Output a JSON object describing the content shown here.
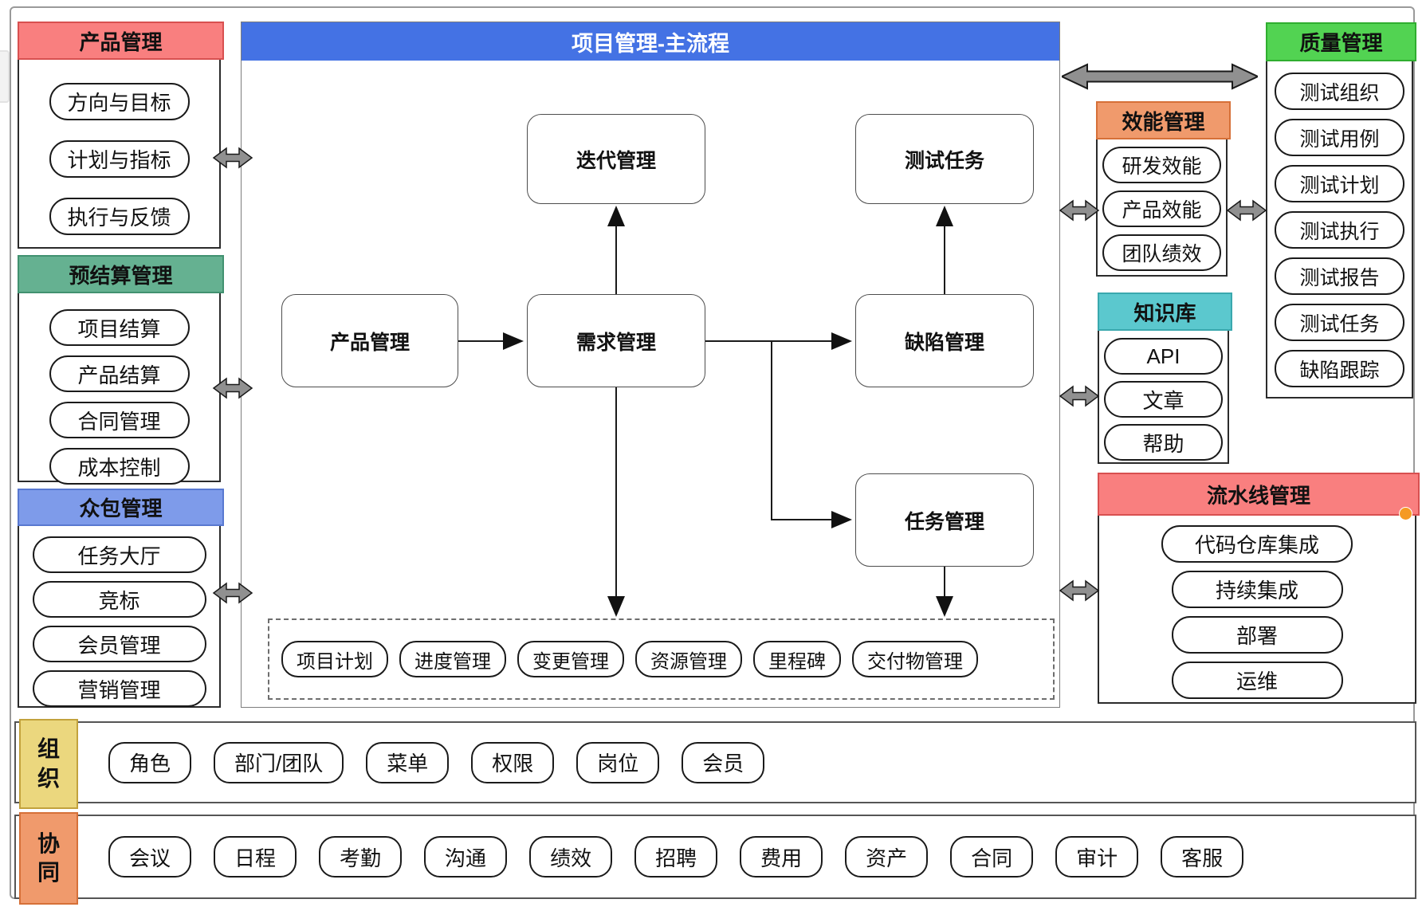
{
  "left_panels": [
    {
      "title": "产品管理",
      "color": "#F97F7F",
      "items": [
        "方向与目标",
        "计划与指标",
        "执行与反馈"
      ]
    },
    {
      "title": "预结算管理",
      "color": "#65B191",
      "items": [
        "项目结算",
        "产品结算",
        "合同管理",
        "成本控制"
      ]
    },
    {
      "title": "众包管理",
      "color": "#7E9BEA",
      "items": [
        "任务大厅",
        "竞标",
        "会员管理",
        "营销管理"
      ]
    }
  ],
  "main_flow": {
    "title": "项目管理-主流程",
    "header_color": "#4472E4",
    "nodes": {
      "iteration": "迭代管理",
      "test_task": "测试任务",
      "product": "产品管理",
      "requirement": "需求管理",
      "defect": "缺陷管理",
      "task": "任务管理"
    },
    "sub_process": [
      "项目计划",
      "进度管理",
      "变更管理",
      "资源管理",
      "里程碑",
      "交付物管理"
    ]
  },
  "right_panels": [
    {
      "title": "效能管理",
      "color": "#F09A6C",
      "items": [
        "研发效能",
        "产品效能",
        "团队绩效"
      ]
    },
    {
      "title": "知识库",
      "color": "#5BC8CE",
      "items": [
        "API",
        "文章",
        "帮助"
      ]
    },
    {
      "title": "流水线管理",
      "color": "#F97F7F",
      "items": [
        "代码仓库集成",
        "持续集成",
        "部署",
        "运维"
      ]
    },
    {
      "title": "质量管理",
      "color": "#52D352",
      "items": [
        "测试组织",
        "测试用例",
        "测试计划",
        "测试执行",
        "测试报告",
        "测试任务",
        "缺陷跟踪"
      ]
    }
  ],
  "bottom_rows": [
    {
      "title": "组织",
      "color": "#EBD77E",
      "items": [
        "角色",
        "部门/团队",
        "菜单",
        "权限",
        "岗位",
        "会员"
      ]
    },
    {
      "title": "协同",
      "color": "#F09A6C",
      "items": [
        "会议",
        "日程",
        "考勤",
        "沟通",
        "绩效",
        "招聘",
        "费用",
        "资产",
        "合同",
        "审计",
        "客服"
      ]
    }
  ],
  "decorations": {
    "selection_handle_color": "#F59A23",
    "arrow_fill": "#909090"
  }
}
